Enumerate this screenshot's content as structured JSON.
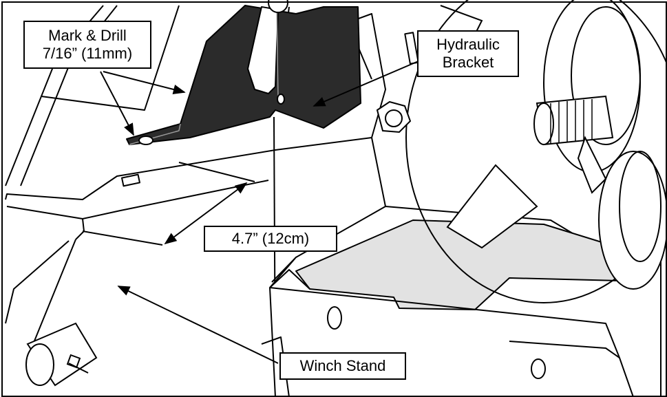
{
  "diagram": {
    "callouts": {
      "mark_drill": {
        "line1": "Mark & Drill",
        "line2": "7/16” (11mm)"
      },
      "hydraulic_bracket": {
        "line1": "Hydraulic",
        "line2": "Bracket"
      },
      "dimension": {
        "text": "4.7” (12cm)"
      },
      "winch_stand": {
        "text": "Winch Stand"
      }
    },
    "colors": {
      "line": "#000000",
      "bracket_fill": "#2b2b2b",
      "shade_fill": "#e2e2e2",
      "background": "#ffffff"
    }
  }
}
